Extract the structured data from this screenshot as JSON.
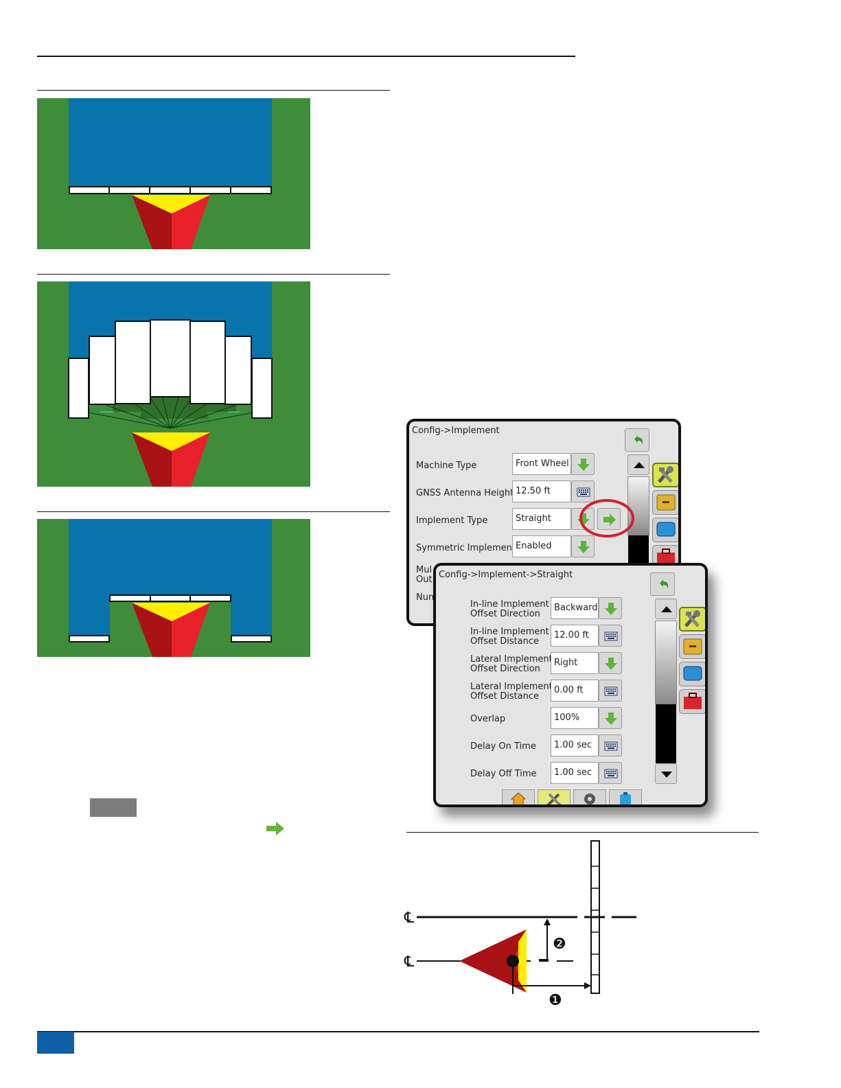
{
  "colors": {
    "field_green": "#3f8c3b",
    "applied_blue": "#0874ab",
    "vehicle_dark_red": "#a81214",
    "vehicle_red": "#e8202a",
    "vehicle_yellow": "#ffee00",
    "accent_green_arrow": "#6ab23e",
    "callout_red": "#d4202a",
    "footer_blue": "#0d5fa6"
  },
  "back_screen": {
    "breadcrumb": "Config->Implement",
    "rows": [
      {
        "label": "Machine Type",
        "value": "Front Wheel",
        "control": "arrow-down-icon"
      },
      {
        "label": "GNSS Antenna Height",
        "value": "12.50 ft",
        "control": "keyboard-icon"
      },
      {
        "label": "Implement Type",
        "value": "Straight",
        "control": "arrow-down-icon"
      },
      {
        "label": "Symmetric Implement",
        "value": "Enabled",
        "control": "arrow-down-icon"
      }
    ],
    "partial_labels": [
      "Mul",
      "Out",
      "Nun"
    ]
  },
  "front_screen": {
    "breadcrumb": "Config->Implement->Straight",
    "rows": [
      {
        "label_1": "In-line Implement",
        "label_2": "Offset Direction",
        "value": "Backward",
        "control": "arrow-down-icon"
      },
      {
        "label_1": "In-line Implement",
        "label_2": "Offset Distance",
        "value": "12.00 ft",
        "control": "keyboard-icon"
      },
      {
        "label_1": "Lateral Implement",
        "label_2": "Offset Direction",
        "value": "Right",
        "control": "arrow-down-icon"
      },
      {
        "label_1": "Lateral Implement",
        "label_2": "Offset Distance",
        "value": "0.00 ft",
        "control": "keyboard-icon"
      },
      {
        "label_1": "Overlap",
        "label_2": "",
        "value": "100%",
        "control": "arrow-down-icon"
      },
      {
        "label_1": "Delay On Time",
        "label_2": "",
        "value": "1.00 sec",
        "control": "keyboard-icon"
      },
      {
        "label_1": "Delay Off Time",
        "label_2": "",
        "value": "1.00 sec",
        "control": "keyboard-icon"
      }
    ],
    "bottom_tabs": [
      "home-icon",
      "tools-icon",
      "gps-icon",
      "brush-icon"
    ]
  },
  "diagram": {
    "centerline_symbol": "℄",
    "callout_1": "❶",
    "callout_2": "❷"
  }
}
